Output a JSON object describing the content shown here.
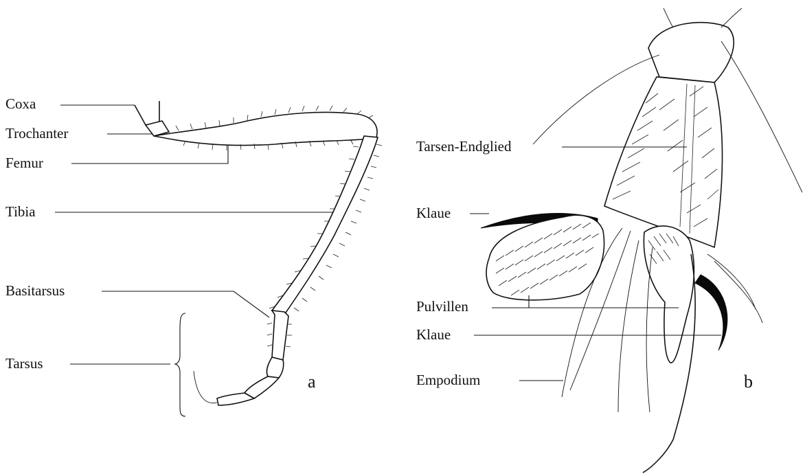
{
  "figure_a": {
    "panel_letter": "a",
    "labels": {
      "coxa": "Coxa",
      "trochanter": "Trochanter",
      "femur": "Femur",
      "tibia": "Tibia",
      "basitarsus": "Basitarsus",
      "tarsus": "Tarsus"
    }
  },
  "figure_b": {
    "panel_letter": "b",
    "labels": {
      "tarsen_endglied": "Tarsen-Endglied",
      "klaue_upper": "Klaue",
      "pulvillen": "Pulvillen",
      "klaue_lower": "Klaue",
      "empodium": "Empodium"
    }
  }
}
